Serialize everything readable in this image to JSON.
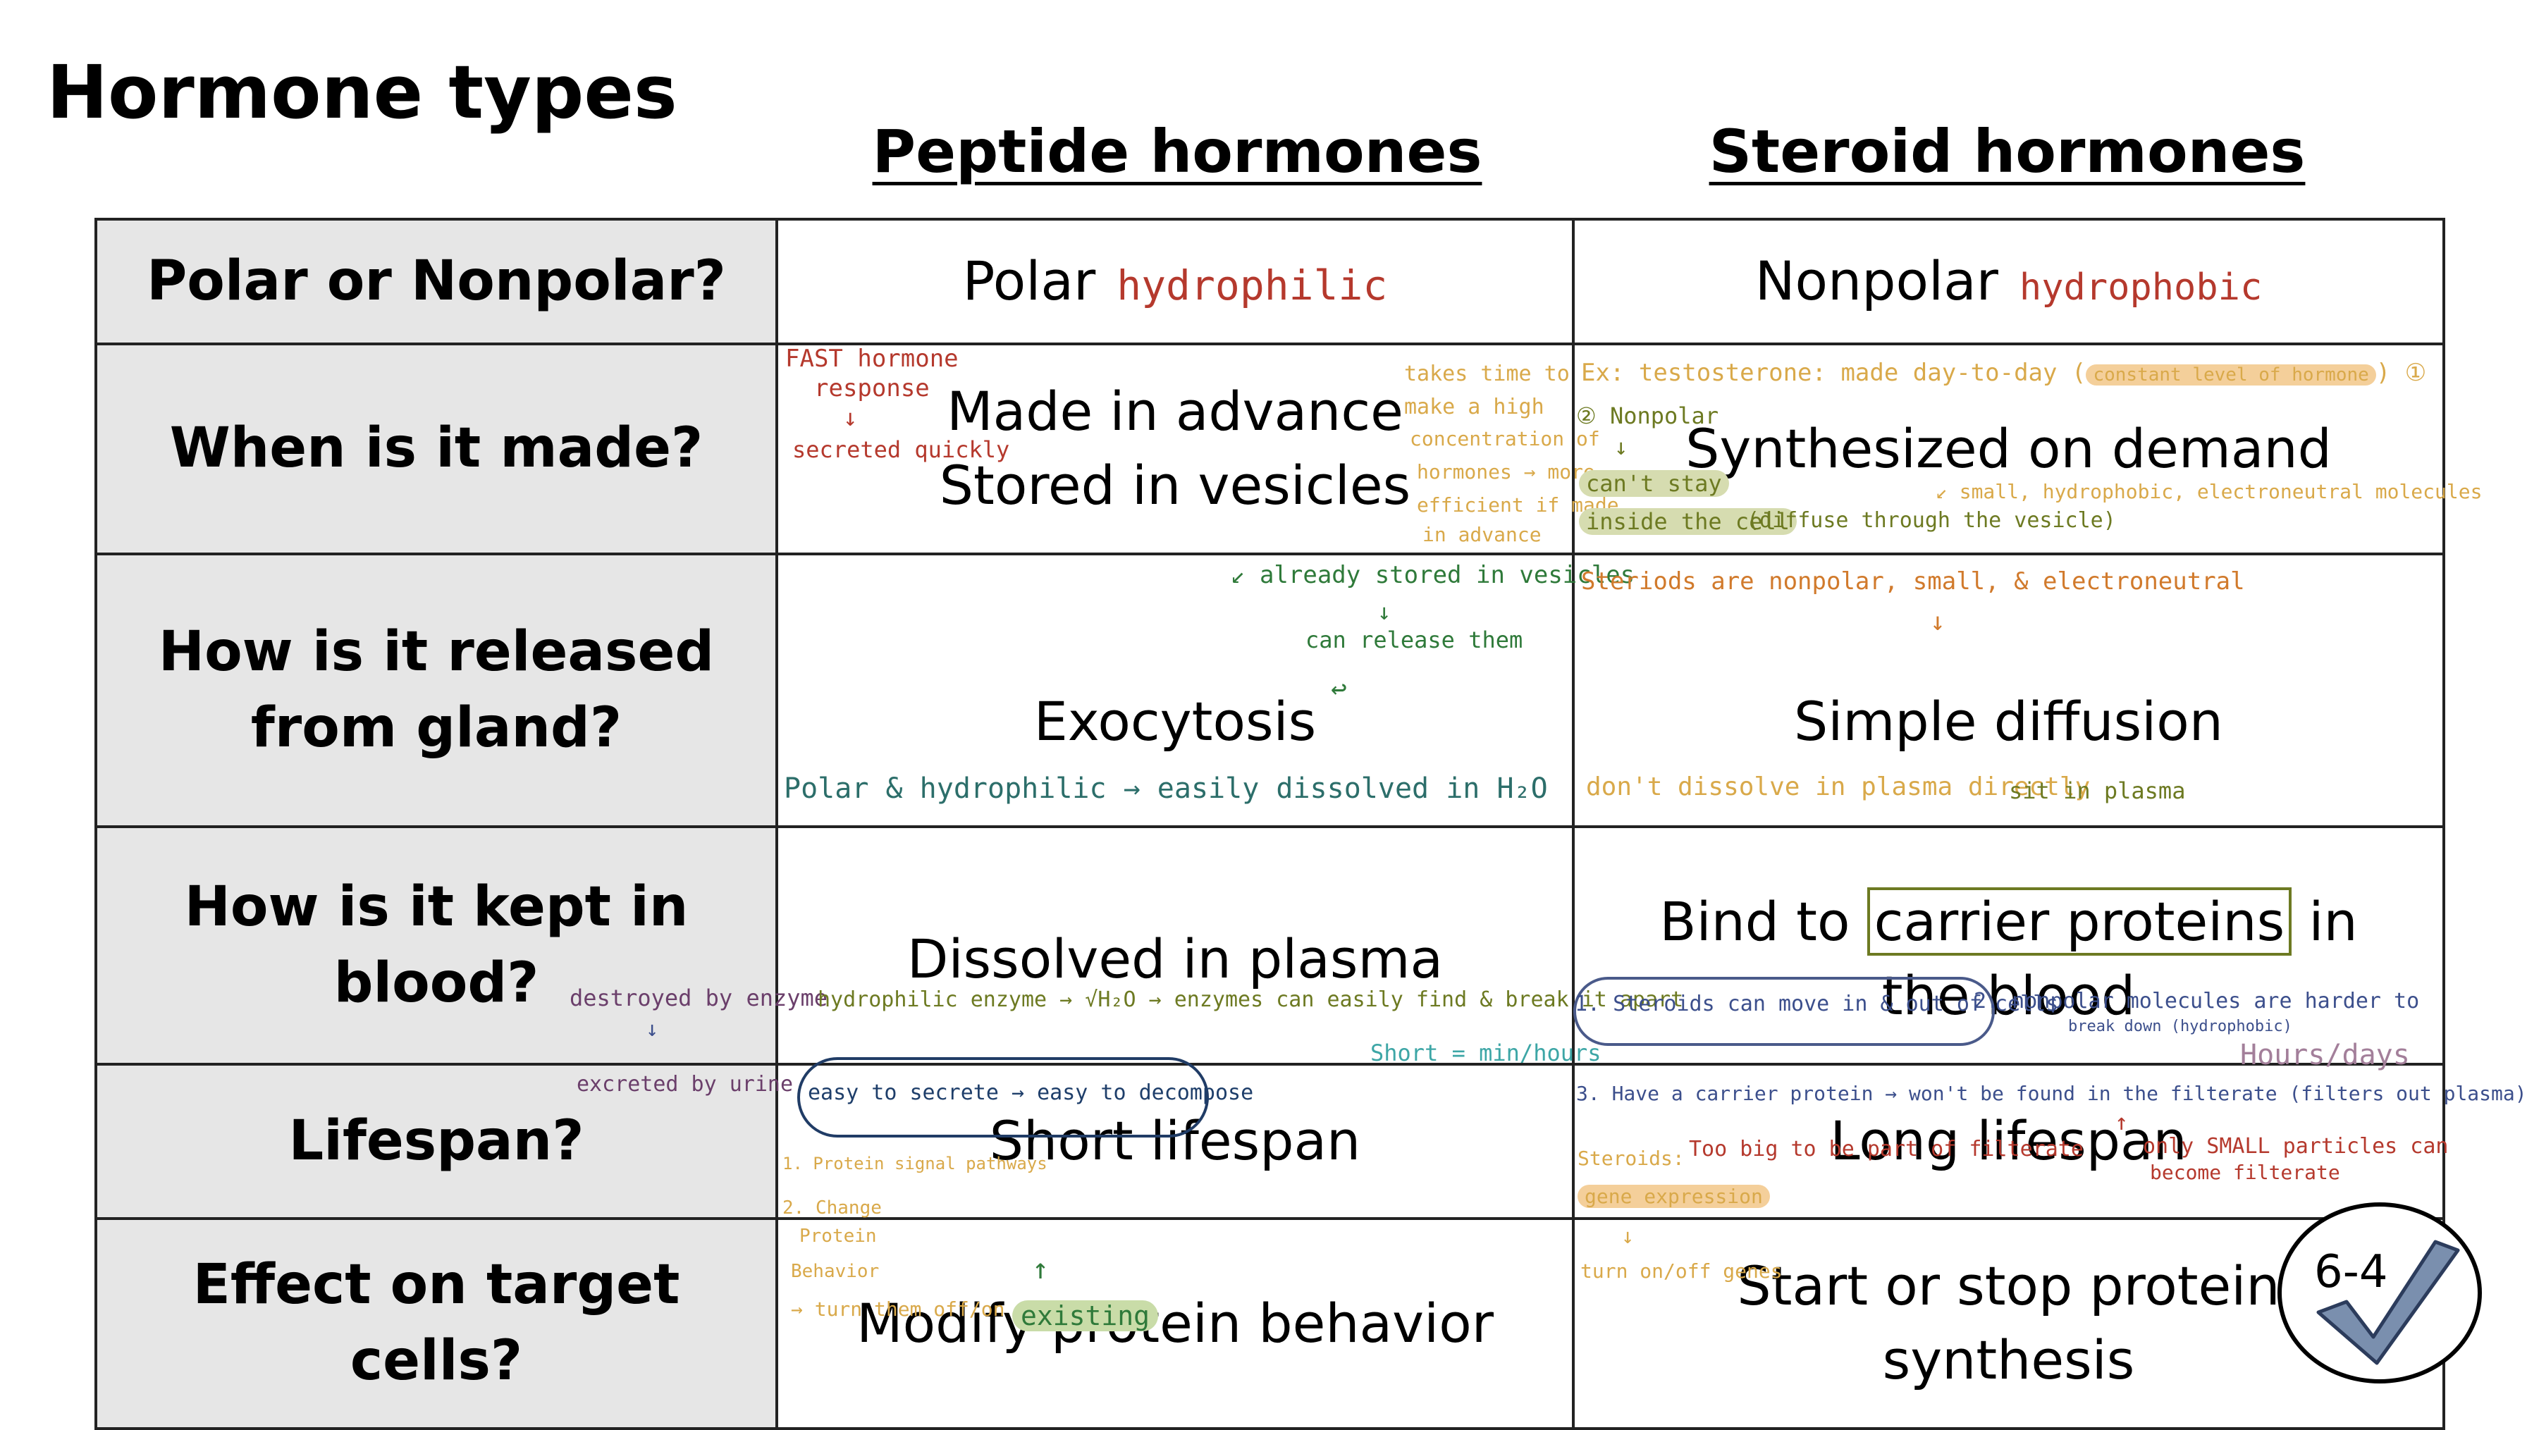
{
  "title": "Hormone types",
  "columns": {
    "peptide": "Peptide hormones",
    "steroid": "Steroid hormones"
  },
  "rows": [
    {
      "question": "Polar or Nonpolar?",
      "peptide": "Polar",
      "steroid": "Nonpolar",
      "peptide_note": "hydrophilic",
      "steroid_note": "hydrophobic"
    },
    {
      "question": "When is it made?",
      "peptide": "Made in advance\nStored in vesicles",
      "steroid": "Synthesized on demand",
      "notes": {
        "fast1": "FAST hormone",
        "fast2": "response",
        "arrow1": "↓",
        "fast3": "secreted quickly",
        "takes1": "takes time to",
        "takes2": "make a high",
        "takes3": "concentration of",
        "takes4": "hormones → more",
        "takes5": "efficient if made",
        "takes6": "in advance",
        "ex": "Ex: testosterone: made day-to-day (",
        "constant": "constant level of hormone",
        "ex_end": ") ①",
        "two": "② Nonpolar",
        "arrow2": "↓",
        "cant": "can't stay",
        "inside": "inside the cell",
        "diffuse": "(diffuse through the vesicle)",
        "small": "↙ small, hydrophobic, electroneutral molecules"
      }
    },
    {
      "question": "How is it released\nfrom gland?",
      "peptide": "Exocytosis",
      "steroid": "Simple diffusion",
      "notes": {
        "already": "↙ already stored in vesicles",
        "can": "can release them",
        "arrow_down": "↓",
        "hook": "↩",
        "steroids": "Steriods are nonpolar, small, & electroneutral",
        "arrow3": "↓"
      }
    },
    {
      "question": "How is it kept in\nblood?",
      "peptide": "Dissolved in plasma",
      "steroid_pre": "Bind to ",
      "steroid_box": "carrier proteins",
      "steroid_post": " in\nthe blood",
      "notes": {
        "polar": "Polar & hydrophilic → easily dissolved in H₂O",
        "dont": "don't dissolve in plasma directly",
        "sit": "sit in plasma"
      }
    },
    {
      "question": "Lifespan?",
      "peptide": "Short lifespan",
      "steroid": "Long lifespan",
      "notes": {
        "destroyed": "destroyed by enzyme",
        "arrow4": "↓",
        "excreted": "excreted by urine",
        "hydrophilic": "hydrophilic enzyme → √H₂O → enzymes can easily find & break it apart",
        "short": "Short = min/hours",
        "easy": "easy to secrete → easy to decompose",
        "steroids_move": "1. Steroids can move in & out of cells",
        "nonpolar": "2. nonpolar molecules are harder to",
        "breakdown": "break down (hydrophobic)",
        "hours": "Hours/days",
        "carrier": "3. Have a carrier protein → won't be found in the filterate (filters out plasma)",
        "caret": "↑"
      }
    },
    {
      "question": "Effect on target cells?",
      "peptide": "Modify protein behavior",
      "steroid": "Start or stop protein\nsynthesis",
      "notes": {
        "p1": "1. Protein signal pathways",
        "p2a": "2. Change",
        "p2b": "Protein",
        "p2c": "Behavior",
        "p2d": "→ turn them off/on",
        "up": "↑",
        "existing": "existing",
        "steroids_label": "Steroids:",
        "gene": "gene expression",
        "arrow5": "↓",
        "turn": "turn on/off genes",
        "toobig": "Too big to be part of filterate",
        "only1": "only SMALL particles can",
        "only2": "become filterate"
      }
    }
  ],
  "badge": {
    "label": "6-4"
  },
  "colors": {
    "header_bg": "#e6e6e6",
    "note_red": "#b5392d",
    "note_orange": "#d17a2c",
    "note_green": "#2f7a3a",
    "note_blue": "#3c4f8c",
    "check": "#7a8fae"
  }
}
